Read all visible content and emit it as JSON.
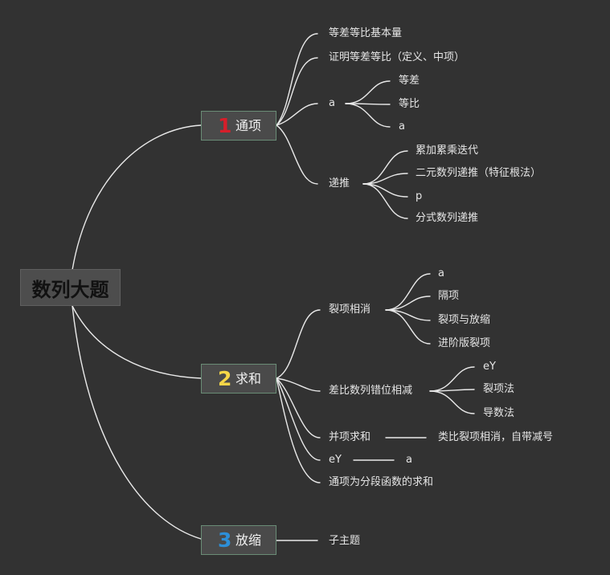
{
  "colors": {
    "background": "#323232",
    "line": "#e9e9e9",
    "num1": "#d61e2a",
    "num2": "#f5d547",
    "num3": "#2d8fd8"
  },
  "root": {
    "label": "数列大题"
  },
  "branches": [
    {
      "num": "1",
      "label": "通项"
    },
    {
      "num": "2",
      "label": "求和"
    },
    {
      "num": "3",
      "label": "放缩"
    }
  ],
  "b1": {
    "items": [
      "等差等比基本量",
      "证明等差等比（定义、中项）",
      "a",
      "递推"
    ],
    "a_children": [
      "等差",
      "等比",
      "a"
    ],
    "recur_children": [
      "累加累乘迭代",
      "二元数列递推（特征根法）",
      "p",
      "分式数列递推"
    ]
  },
  "b2": {
    "items": [
      "裂项相消",
      "差比数列错位相减",
      "并项求和",
      "eY",
      "通项为分段函数的求和"
    ],
    "split_children": [
      "a",
      "隔项",
      "裂项与放缩",
      "进阶版裂项"
    ],
    "diff_children": [
      "eY",
      "裂项法",
      "导数法"
    ],
    "merge_child": "类比裂项相消，自带减号",
    "ey_child": "a"
  },
  "b3": {
    "items": [
      "子主题"
    ]
  }
}
